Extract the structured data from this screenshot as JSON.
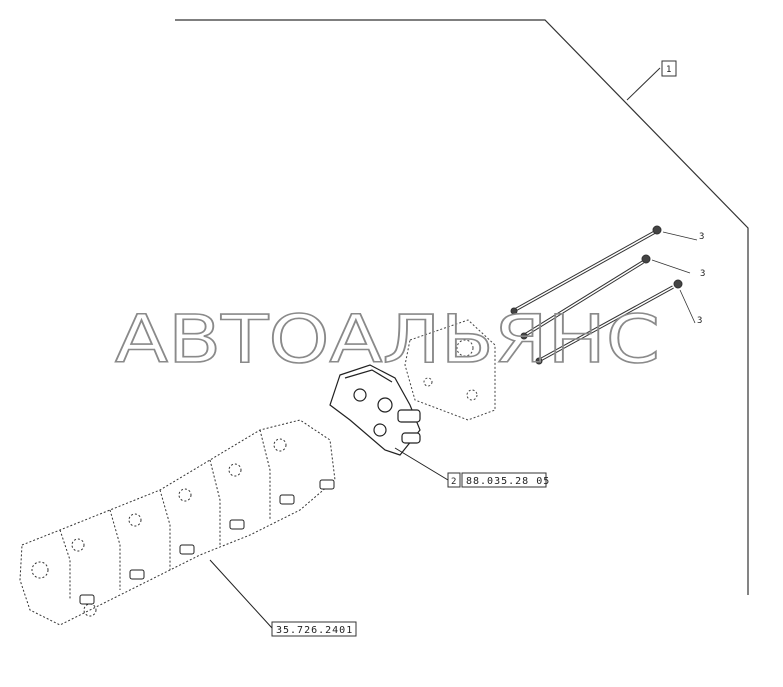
{
  "watermark": "АВТОАЛЬЯНС",
  "callouts": {
    "item_1": "1",
    "item_2": "2",
    "item_2_ref": "88.035.28 05",
    "item_3a": "3",
    "item_3b": "3",
    "item_3c": "3",
    "assembly_ref": "35.726.2401"
  }
}
